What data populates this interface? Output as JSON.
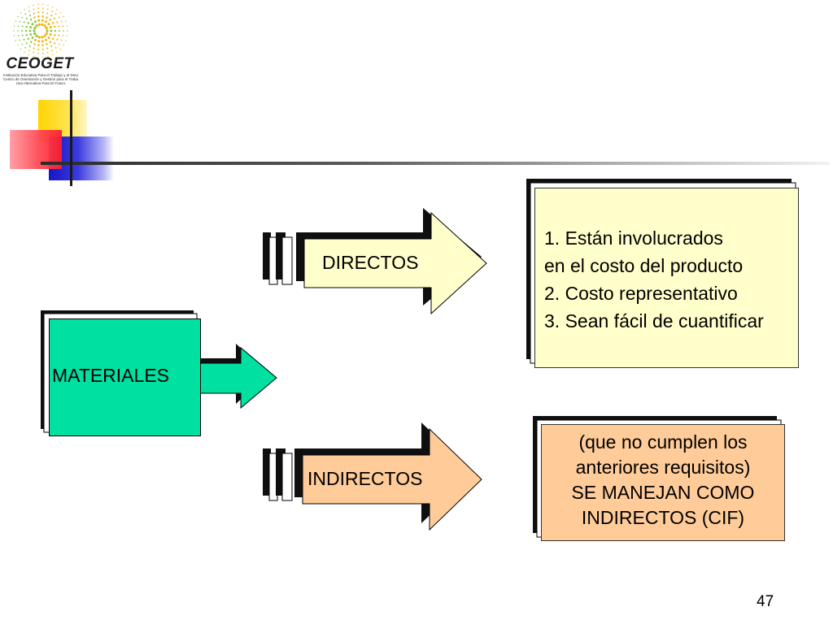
{
  "logo": {
    "name": "CEOGET",
    "subtitle_lines": [
      "Institución Educativa Para el Trabajo y el Desarrollo Humano",
      "Centro de Orientación y Gestión para el Trabajo",
      "Una Alternativa Para El Futuro"
    ]
  },
  "diagram": {
    "root": "MATERIALES",
    "branches": [
      {
        "label": "DIRECTOS",
        "description_lines": [
          "1. Están involucrados",
          "en el costo del producto",
          "2. Costo representativo",
          "3. Sean fácil de cuantificar"
        ]
      },
      {
        "label": "INDIRECTOS",
        "description_lines": [
          "(que no cumplen los",
          "anteriores requisitos)",
          "SE MANEJAN COMO",
          "INDIRECTOS (CIF)"
        ]
      }
    ]
  },
  "colors": {
    "materiales_fill": "#00e0a0",
    "directos_fill": "#ffffcc",
    "indirectos_fill": "#ffcc99",
    "shadow": "#0f0f0f"
  },
  "page_number": "47"
}
